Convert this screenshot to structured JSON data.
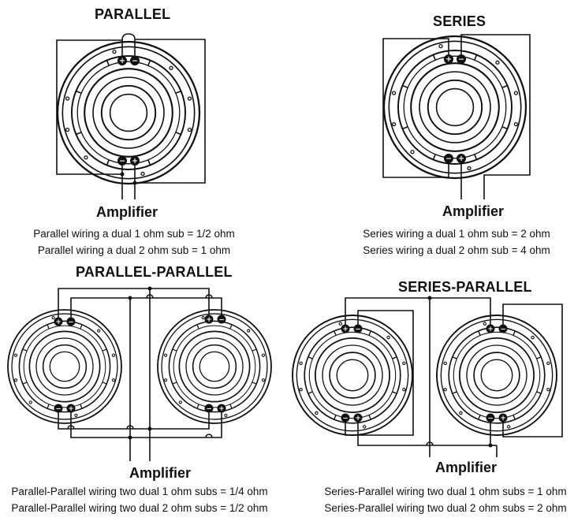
{
  "panels": {
    "parallel": {
      "heading": "PARALLEL",
      "amp": "Amplifier",
      "lines": [
        "Parallel wiring a dual 1 ohm sub = 1/2 ohm",
        "Parallel wiring a dual 2 ohm sub = 1 ohm"
      ]
    },
    "series": {
      "heading": "SERIES",
      "amp": "Amplifier",
      "lines": [
        "Series wiring a dual 1 ohm sub = 2 ohm",
        "Series wiring a dual 2 ohm sub = 4 ohm"
      ]
    },
    "parallel_parallel": {
      "heading": "PARALLEL-PARALLEL",
      "amp": "Amplifier",
      "lines": [
        "Parallel-Parallel wiring two dual 1 ohm subs = 1/4 ohm",
        "Parallel-Parallel wiring two dual 2 ohm subs = 1/2 ohm"
      ]
    },
    "series_parallel": {
      "heading": "SERIES-PARALLEL",
      "amp": "Amplifier",
      "lines": [
        "Series-Parallel wiring two dual 1 ohm subs = 1 ohm",
        "Series-Parallel wiring two dual 2 ohm subs = 2 ohm"
      ]
    }
  },
  "terminal_symbols": {
    "positive": "+",
    "negative": "−"
  }
}
